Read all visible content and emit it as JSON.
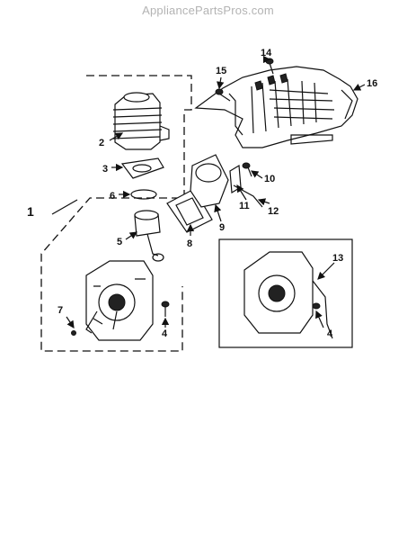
{
  "watermark": "AppliancePartsPros.com",
  "callouts": {
    "c1": "1",
    "c2": "2",
    "c3": "3",
    "c4a": "4",
    "c4b": "4",
    "c5": "5",
    "c6": "6",
    "c7": "7",
    "c8": "8",
    "c9": "9",
    "c10": "10",
    "c11": "11",
    "c12": "12",
    "c13": "13",
    "c14": "14",
    "c15": "15",
    "c16": "16"
  }
}
